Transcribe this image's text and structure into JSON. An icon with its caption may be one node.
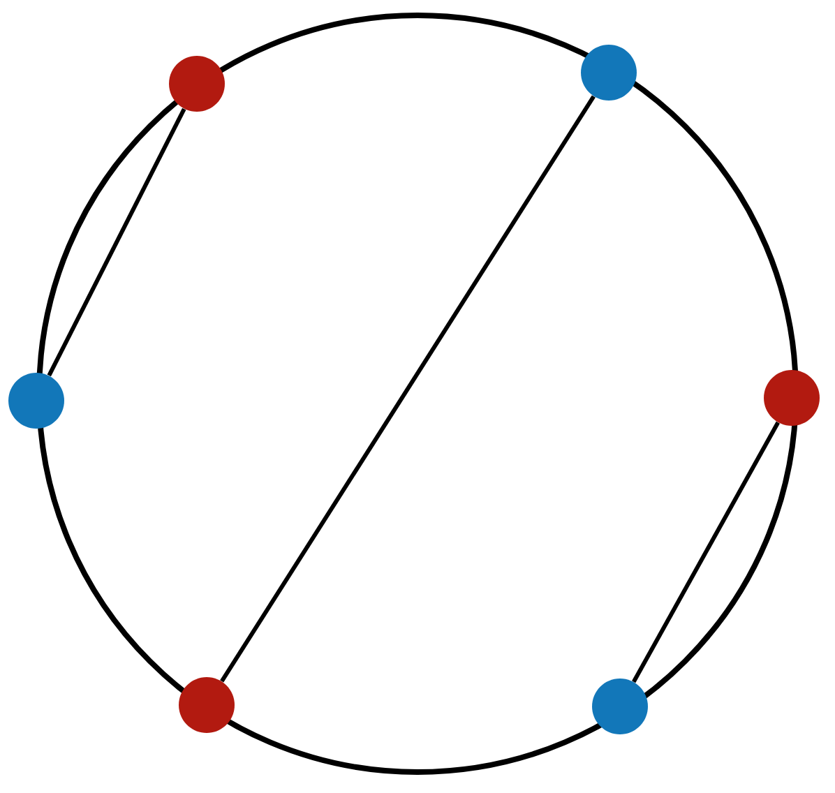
{
  "diagram": {
    "nodes": [
      {
        "text": [],
        "shape": "circle"
      },
      {
        "text": [],
        "shape": "circle"
      },
      {
        "text": [],
        "shape": "circle"
      },
      {
        "text": [],
        "shape": "circle"
      },
      {
        "text": [],
        "shape": "circle"
      },
      {
        "text": [],
        "shape": "circle"
      }
    ],
    "edges": [
      {
        "from": 1,
        "to": 3,
        "arrow": "none"
      },
      {
        "from": 0,
        "to": 4,
        "arrow": "none"
      },
      {
        "from": 2,
        "to": 5,
        "arrow": "none"
      }
    ]
  }
}
